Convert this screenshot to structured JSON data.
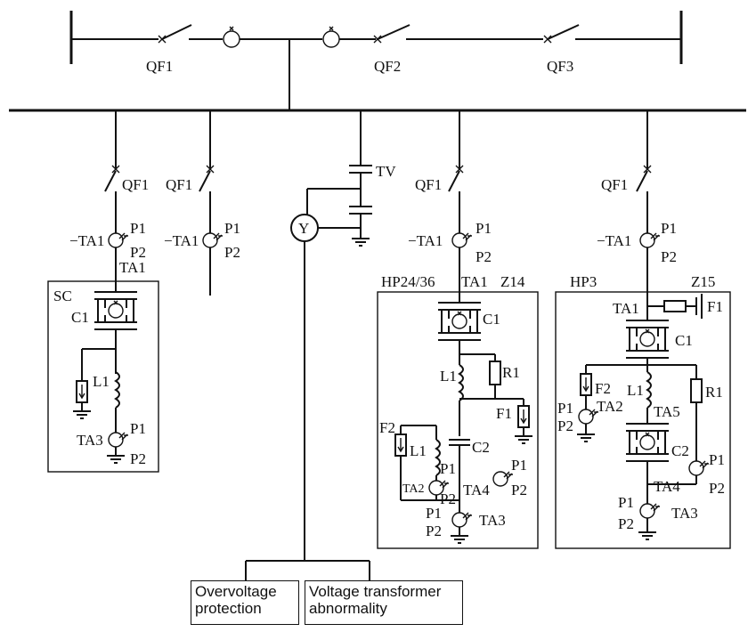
{
  "top_breakers": [
    "QF1",
    "QF2",
    "QF3"
  ],
  "voltage_transformer": "TV",
  "vt_symbol": "Y",
  "feeders": {
    "f1": {
      "breaker": "QF1",
      "ct": "−TA1",
      "p1": "P1",
      "p2": "P2",
      "unit_ct": "TA1",
      "unit_name": "SC",
      "capacitor": "C1",
      "reactor": "L1",
      "bottom_ct": "TA3"
    },
    "f2": {
      "breaker": "QF1",
      "ct": "−TA1",
      "p1": "P1",
      "p2": "P2"
    },
    "f3": {
      "breaker": "QF1",
      "ct": "−TA1",
      "p1": "P1",
      "p2": "P2",
      "unit_name": "HP24/36",
      "unit_ct": "TA1",
      "unit_code": "Z14",
      "capacitor1": "C1",
      "capacitor2": "C2",
      "reactor1": "L1",
      "reactor2": "L1",
      "resistor": "R1",
      "arrester1": "F1",
      "arrester2": "F2",
      "ct2": "TA2",
      "ct3": "TA3",
      "ct4": "TA4"
    },
    "f4": {
      "breaker": "QF1",
      "ct": "−TA1",
      "p1": "P1",
      "p2": "P2",
      "unit_name": "HP3",
      "unit_ct": "TA1",
      "unit_code": "Z15",
      "capacitor1": "C1",
      "capacitor2": "C2",
      "reactor": "L1",
      "resistor": "R1",
      "arrester1": "F1",
      "arrester2": "F2",
      "ct2": "TA2",
      "ct3": "TA3",
      "ct4": "TA4",
      "ct5": "TA5"
    }
  },
  "outputs": {
    "overvoltage": "Overvoltage protection",
    "vt_abnormality": "Voltage transformer abnormality"
  }
}
